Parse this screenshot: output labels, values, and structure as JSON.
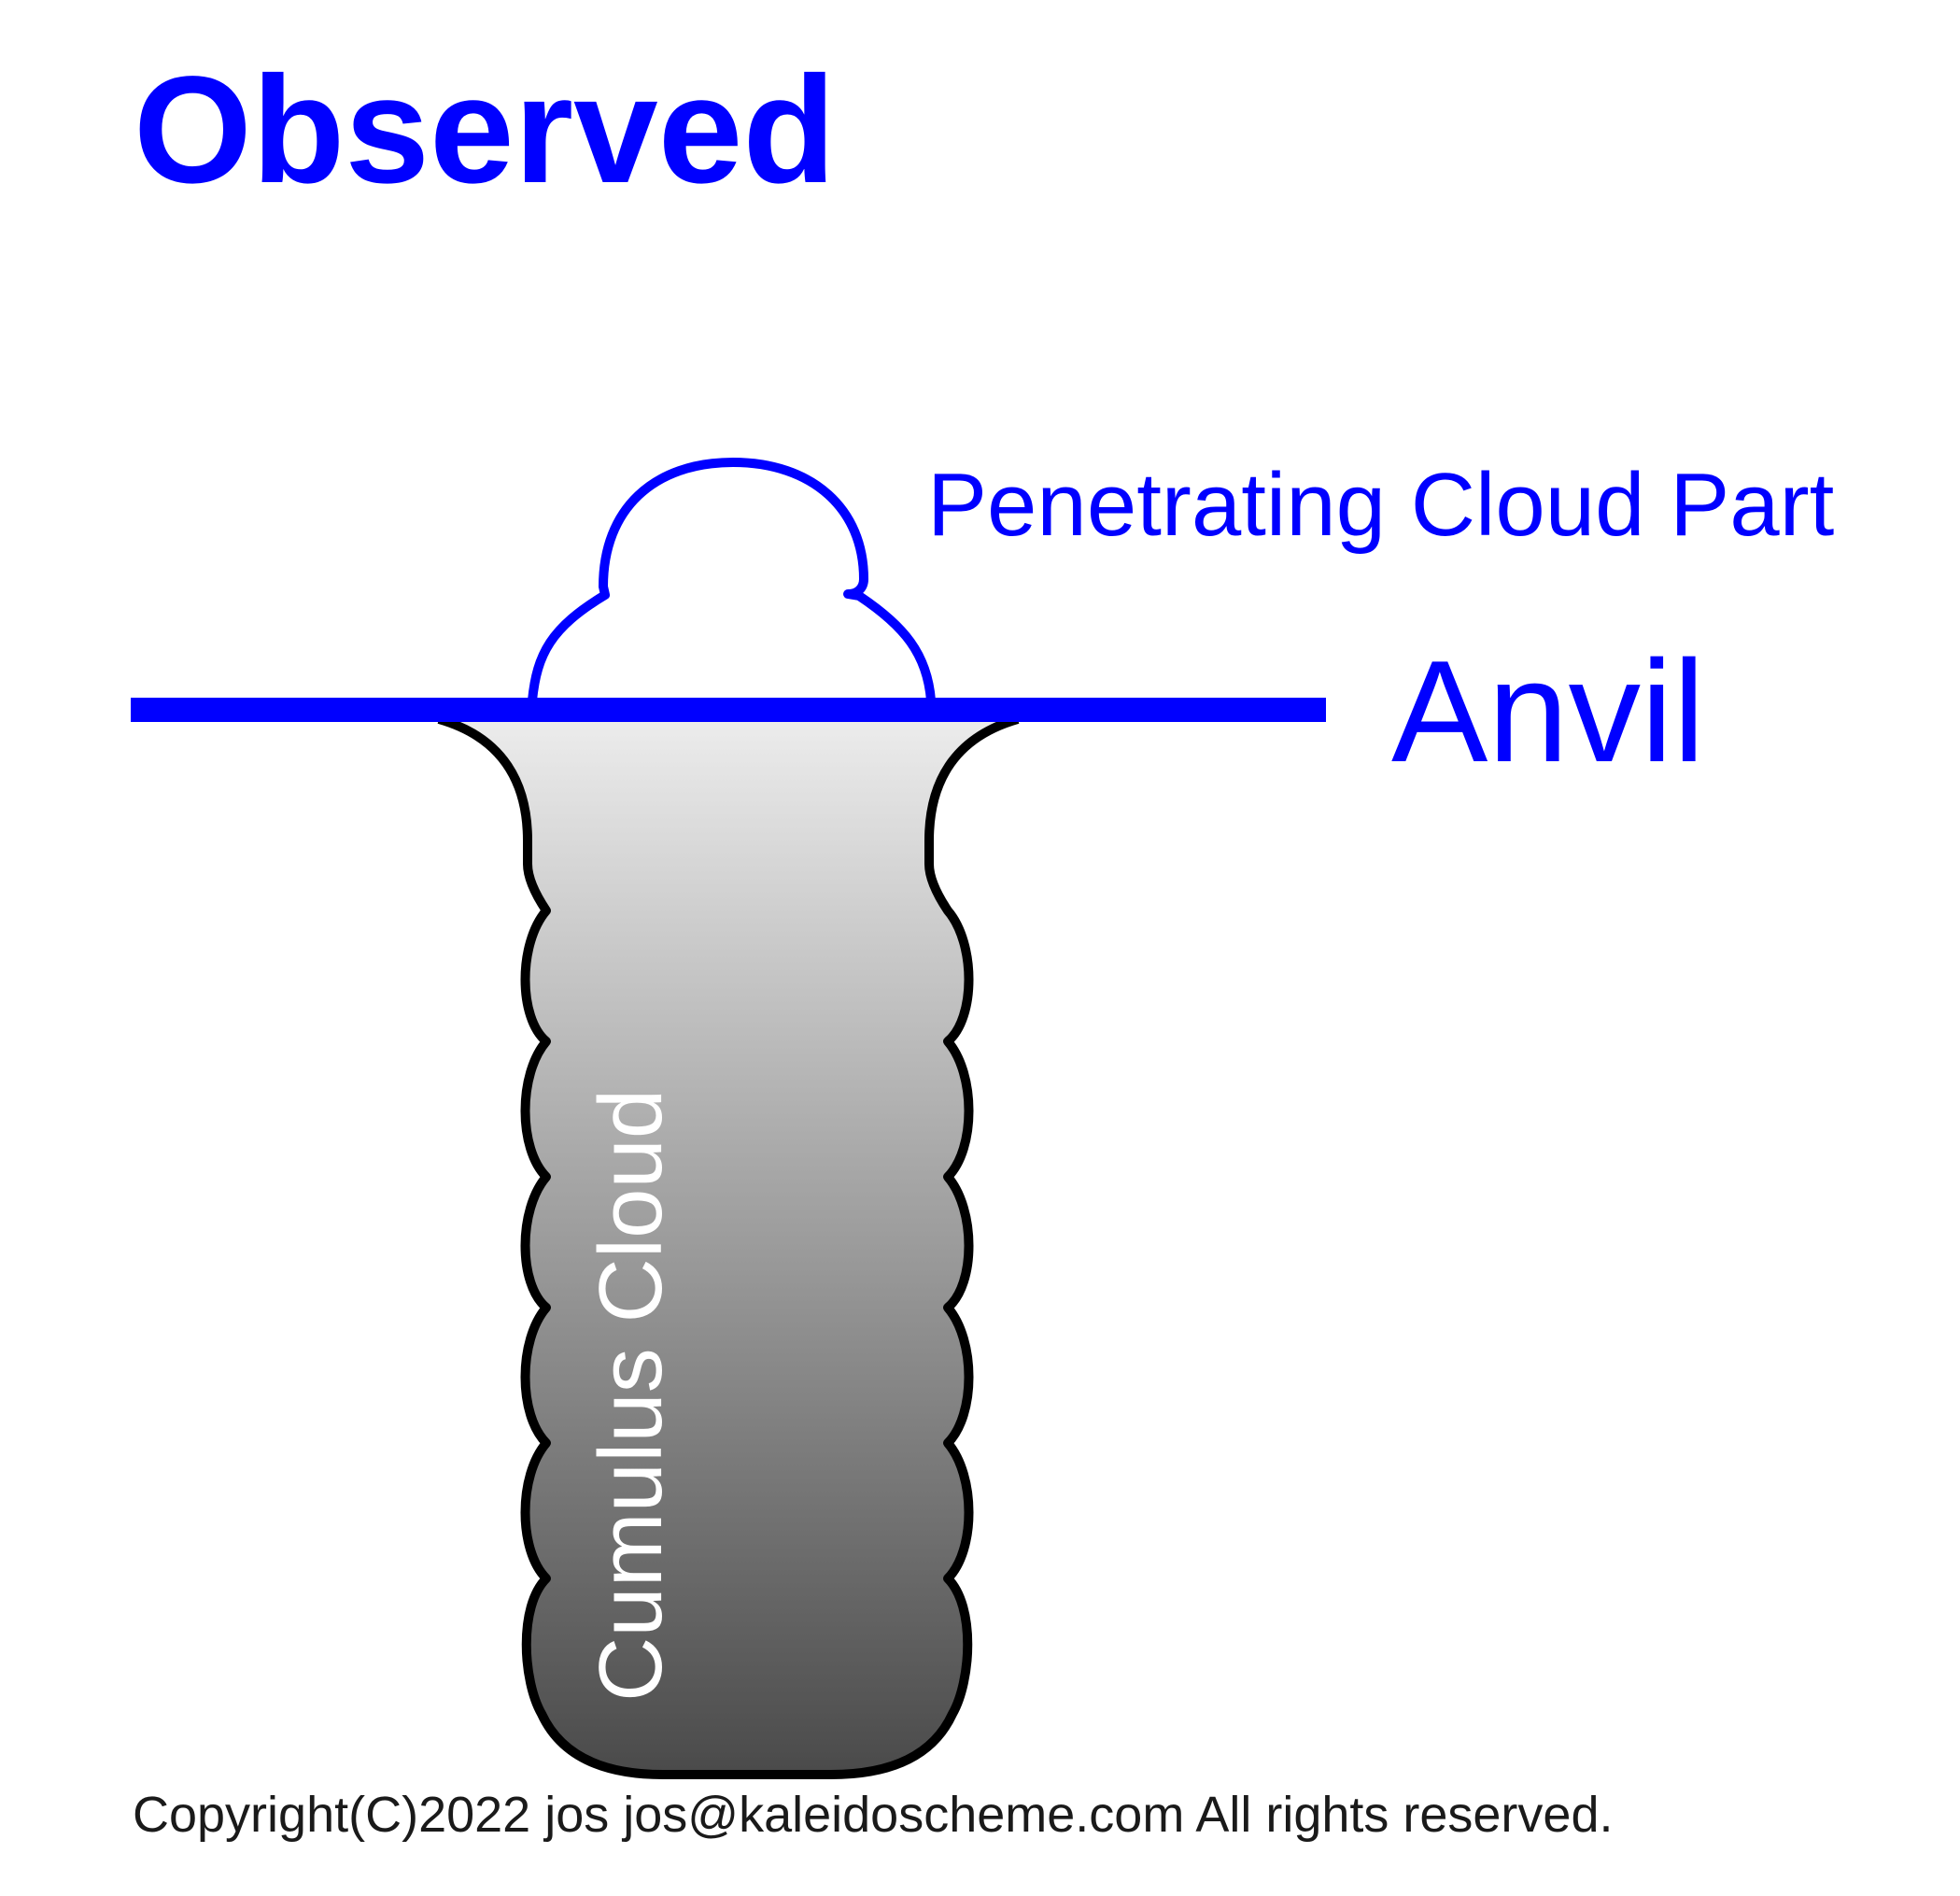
{
  "title": "Observed",
  "labels": {
    "penetrating": "Penetrating Cloud Part",
    "anvil": "Anvil",
    "cumulus": "Cumulus Cloud"
  },
  "footer": {
    "copyright": "Copyright(C)2022 jos jos@kaleidoscheme.com All rights reserved."
  },
  "colors": {
    "accent": "#0000ff",
    "outline": "#000000",
    "cloud_top": "#ececec",
    "cloud_bottom": "#4a4a4a",
    "cumulus_text": "#ffffff",
    "footer_text": "#1a1a1a"
  }
}
